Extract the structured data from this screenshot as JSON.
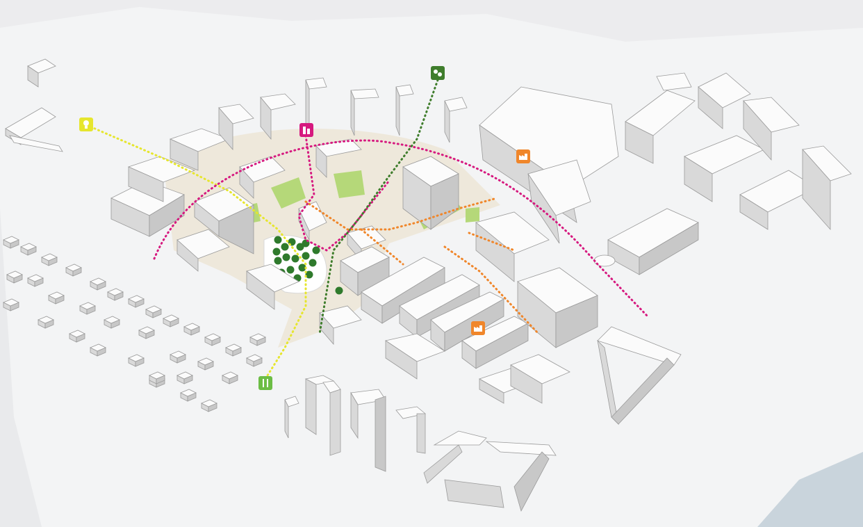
{
  "diagram": {
    "colors": {
      "background": "#f3f4f5",
      "ground": "#ffffff",
      "water": "#c9d4dc",
      "plaza": "#eadfc4",
      "lawn": "#b5d879",
      "trees": "#2f7a2c"
    },
    "markers": [
      {
        "id": "idea",
        "icon": "lightbulb-icon",
        "color": "#e6e62e"
      },
      {
        "id": "housing",
        "icon": "city-icon",
        "color": "#d6197f"
      },
      {
        "id": "nature",
        "icon": "plants-icon",
        "color": "#3f7d2c"
      },
      {
        "id": "factory-north",
        "icon": "factory-icon",
        "color": "#f0862a"
      },
      {
        "id": "factory-south",
        "icon": "factory-icon",
        "color": "#f0862a"
      },
      {
        "id": "food",
        "icon": "cutlery-icon",
        "color": "#6cbd45"
      }
    ],
    "routes": [
      {
        "id": "yellow-route",
        "color": "#e6e62e"
      },
      {
        "id": "magenta-arc",
        "color": "#d6197f"
      },
      {
        "id": "green-route",
        "color": "#3f7d2c"
      },
      {
        "id": "orange-route",
        "color": "#f0862a"
      }
    ]
  }
}
